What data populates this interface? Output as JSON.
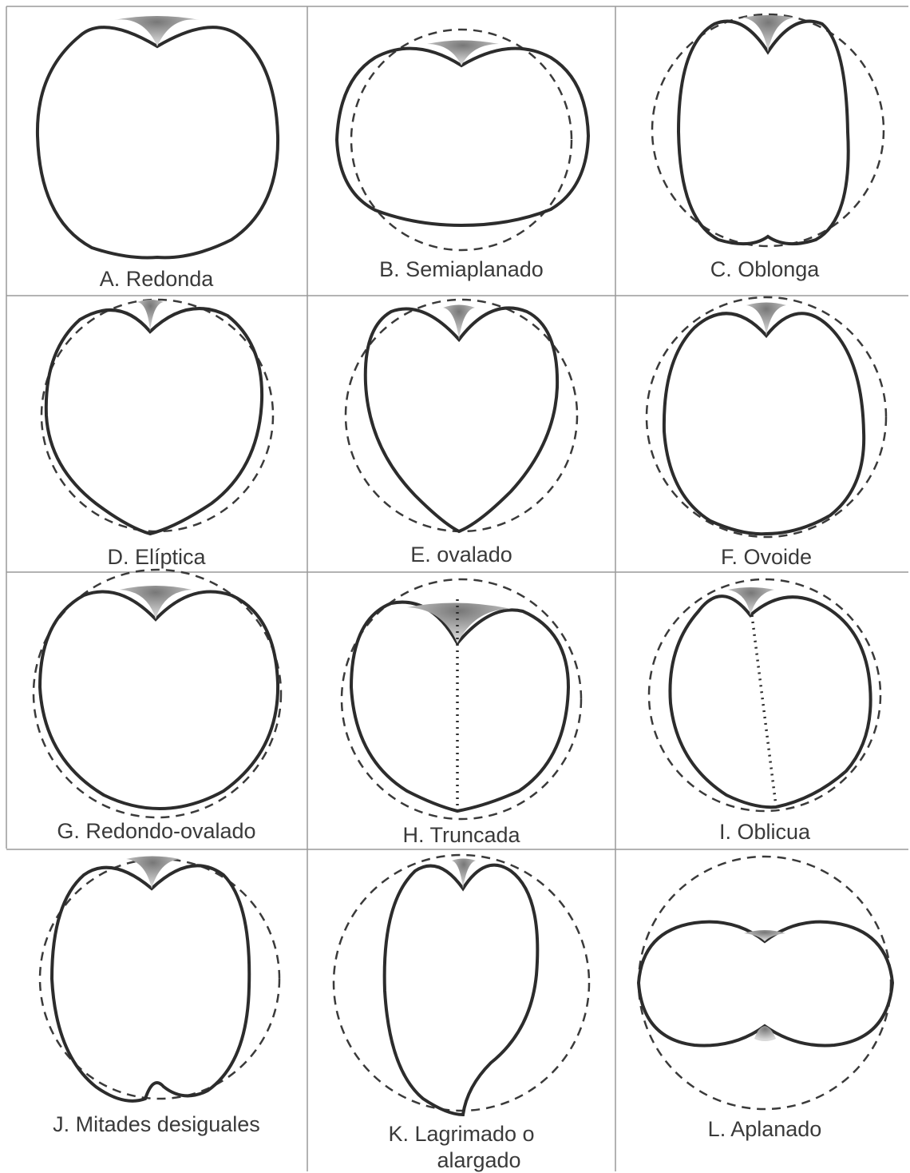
{
  "shapes": [
    {
      "id": "A",
      "label": "A.  Redonda"
    },
    {
      "id": "B",
      "label": "B.  Semiaplanado"
    },
    {
      "id": "C",
      "label": "C.  Oblonga"
    },
    {
      "id": "D",
      "label": "D.  Elíptica"
    },
    {
      "id": "E",
      "label": "E.  ovalado"
    },
    {
      "id": "F",
      "label": "F.  Ovoide"
    },
    {
      "id": "G",
      "label": "G.  Redondo-ovalado"
    },
    {
      "id": "H",
      "label": "H.  Truncada"
    },
    {
      "id": "I",
      "label": "I.   Oblicua"
    },
    {
      "id": "J",
      "label": "J.  Mitades desiguales"
    },
    {
      "id": "K",
      "label_lines": [
        "K.  Lagrimado o",
        "alargado"
      ]
    },
    {
      "id": "L",
      "label": "L.  Aplanado"
    }
  ],
  "colors": {
    "outline": "#2c2c2c",
    "dashed": "#3a3a3a",
    "grid": "#9a9a9a",
    "text": "#3a3a3a"
  }
}
